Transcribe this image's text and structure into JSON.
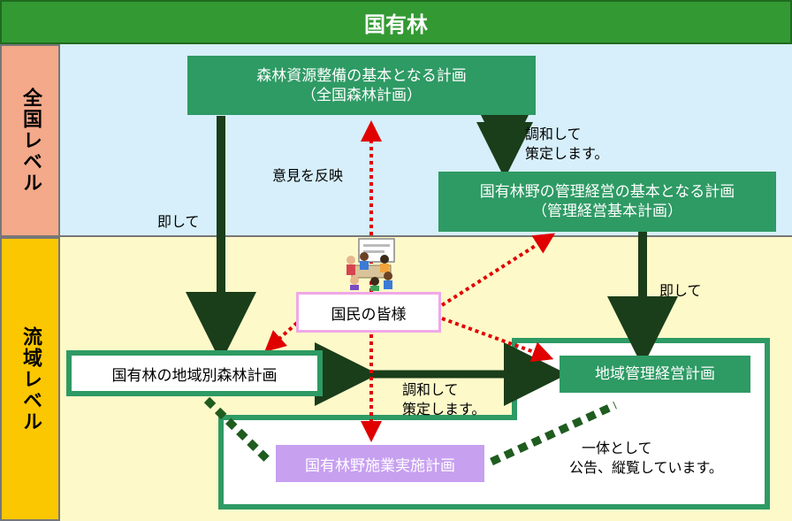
{
  "header": {
    "title": "国有林"
  },
  "levels": {
    "national": "全国レベル",
    "basin": "流域レベル"
  },
  "boxes": {
    "national_plan_line1": "森林資源整備の基本となる計画",
    "national_plan_line2": "（全国森林計画）",
    "mgmt_plan_line1": "国有林野の管理経営の基本となる計画",
    "mgmt_plan_line2": "（管理経営基本計画）",
    "citizens": "国民の皆様",
    "regional_forest_plan": "国有林の地域別森林計画",
    "regional_mgmt_plan": "地域管理経営計画",
    "implementation_plan": "国有林野施業実施計画"
  },
  "labels": {
    "coordinate_top_line1": "調和して",
    "coordinate_top_line2": "策定します。",
    "reflect_opinion": "意見を反映",
    "based_on_left": "即して",
    "based_on_right": "即して",
    "coordinate_mid_line1": "調和して",
    "coordinate_mid_line2": "策定します。",
    "public_line1": "一体として",
    "public_line2": "公告、縦覧しています。"
  },
  "colors": {
    "header": "#339933",
    "box_green": "#2e9a64",
    "arrow_dark": "#1a3d1a",
    "dotted_red": "#e00000",
    "dashed_green": "#1f5c1f",
    "implementation_box": "#c7a0f0",
    "citizens_border": "#f0a8e8"
  },
  "icons": {
    "citizens": "people-meeting-icon"
  }
}
